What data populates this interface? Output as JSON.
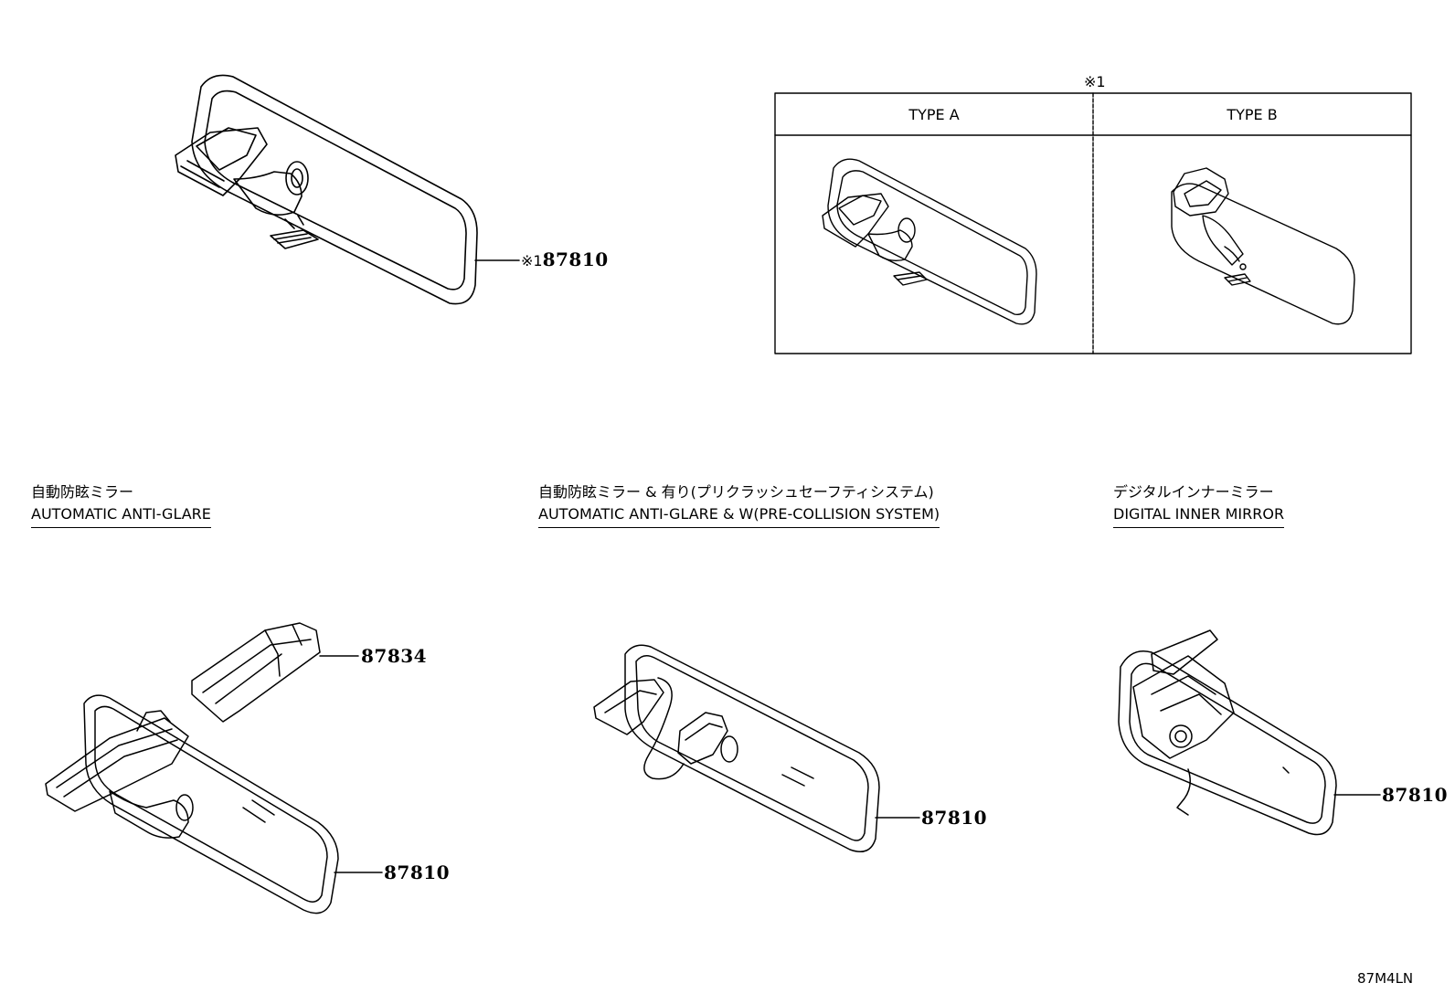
{
  "main_part": {
    "note_ref": "※1",
    "part_no": "87810"
  },
  "type_table": {
    "note_ref": "※1",
    "columns": [
      {
        "label": "TYPE A"
      },
      {
        "label": "TYPE B"
      }
    ]
  },
  "sections": [
    {
      "title_jp": "自動防眩ミラー",
      "title_en": "AUTOMATIC ANTI-GLARE",
      "parts": [
        "87834",
        "87810"
      ]
    },
    {
      "title_jp": "自動防眩ミラー & 有り(プリクラッシュセーフティシステム)",
      "title_en": "AUTOMATIC ANTI-GLARE & W(PRE-COLLISION SYSTEM)",
      "parts": [
        "87810"
      ]
    },
    {
      "title_jp": "デジタルインナーミラー",
      "title_en": "DIGITAL INNER MIRROR",
      "parts": [
        "87810"
      ]
    }
  ],
  "footer": {
    "code": "87M4LN"
  }
}
